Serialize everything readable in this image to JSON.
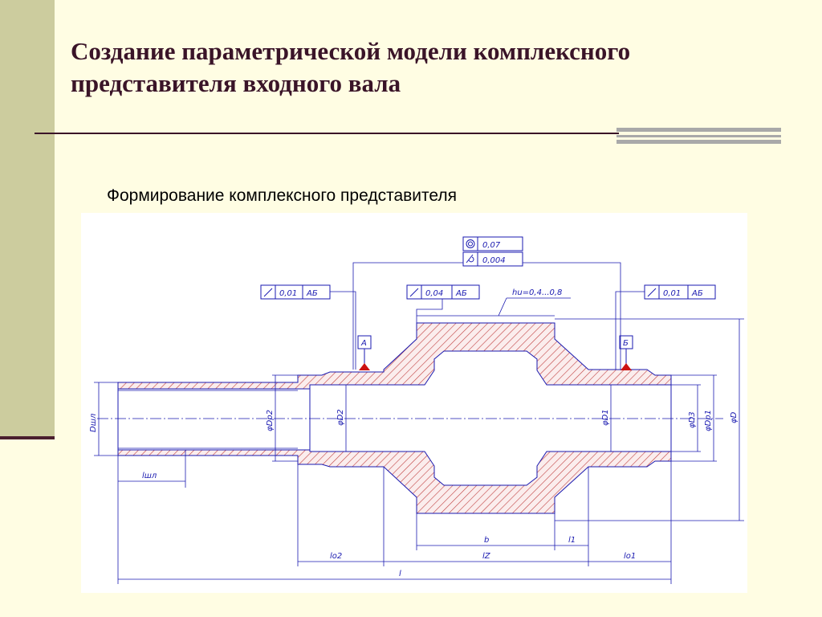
{
  "slide": {
    "title": "Создание параметрической модели комплексного представителя входного вала",
    "subtitle": "Формирование комплексного представителя"
  },
  "colors": {
    "background": "#FFFDE3",
    "left_bar": "#CCCC9E",
    "title": "#3A1428",
    "drawing_lines": "#1A1AB0",
    "hatch": "#C04040",
    "datum_marker": "#CC1111"
  },
  "drawing": {
    "tol_top_1": "0,07",
    "tol_top_2": "0,004",
    "tol_left_value": "0,01",
    "tol_left_base": "АБ",
    "tol_mid_value": "0,04",
    "tol_mid_base": "АБ",
    "tol_right_value": "0,01",
    "tol_right_base": "АБ",
    "hardness_note": "hu=0,4...0,8",
    "datum_a": "А",
    "datum_b": "Б",
    "dims": {
      "d_thread": "Dшл",
      "dp2": "φDp2",
      "d2": "φD2",
      "d1": "φD1",
      "d3": "φD3",
      "dp1": "φDp1",
      "d": "φD",
      "l_thread": "lшл",
      "b": "b",
      "l1": "l1",
      "lo2": "lо2",
      "lz": "lZ",
      "lo1": "lо1",
      "l": "l"
    }
  }
}
